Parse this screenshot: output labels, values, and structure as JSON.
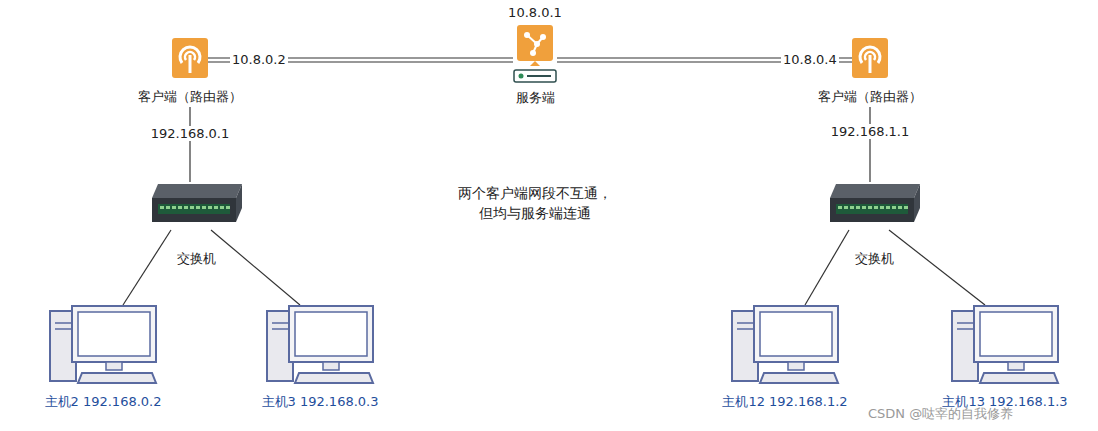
{
  "diagram": {
    "nodes": [
      {
        "text": [
          "客户端（路由器）"
        ]
      },
      {
        "text": [
          "10.8.0.1",
          "服务端"
        ]
      },
      {
        "text": [
          "客户端（路由器）"
        ]
      },
      {
        "text": [
          "交换机"
        ]
      },
      {
        "text": [
          "交换机"
        ]
      },
      {
        "text": [
          "主机2 192.168.0.2"
        ]
      },
      {
        "text": [
          "主机3 192.168.0.3"
        ]
      },
      {
        "text": [
          "主机12 192.168.1.2"
        ]
      },
      {
        "text": [
          "主机13 192.168.1.3"
        ]
      }
    ],
    "edges": [
      {
        "from": 0,
        "to": 1,
        "label": "10.8.0.2",
        "arrow": "none"
      },
      {
        "from": 2,
        "to": 1,
        "label": "10.8.0.4",
        "arrow": "none"
      },
      {
        "from": 0,
        "to": 3,
        "label": "192.168.0.1",
        "arrow": "none"
      },
      {
        "from": 2,
        "to": 4,
        "label": "192.168.1.1",
        "arrow": "none"
      },
      {
        "from": 3,
        "to": 5,
        "arrow": "none"
      },
      {
        "from": 3,
        "to": 6,
        "arrow": "none"
      },
      {
        "from": 4,
        "to": 7,
        "arrow": "none"
      },
      {
        "from": 4,
        "to": 8,
        "arrow": "none"
      }
    ],
    "labels": [
      "两个客户端网段不互通， 但均与服务端连通",
      "CSDN @哒宰的自我修养"
    ]
  }
}
